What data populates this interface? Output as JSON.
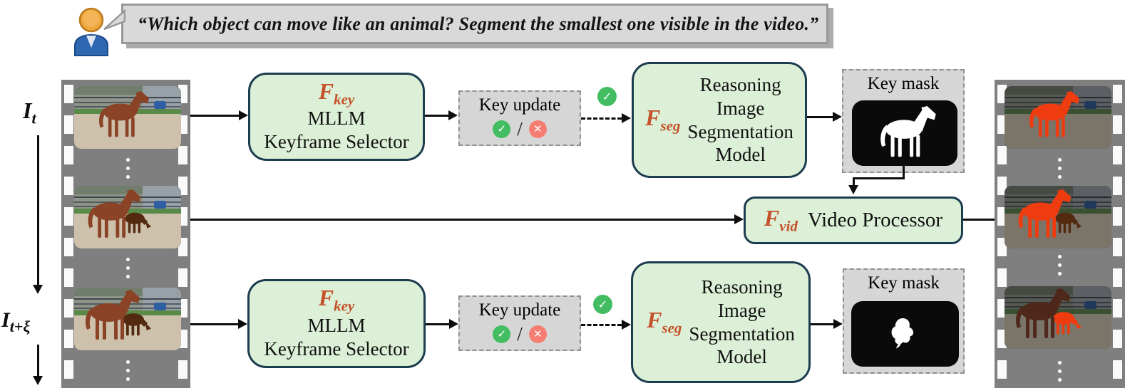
{
  "user_query": "“Which object can move like an animal? Segment the smallest one visible in the video.”",
  "frame_labels": {
    "current": {
      "base": "I",
      "sub": "t"
    },
    "next": {
      "base": "I",
      "sub": "t+ξ"
    }
  },
  "blocks": {
    "keyframe_selector": {
      "symbol": "F",
      "symbol_sub": "key",
      "line1": "MLLM",
      "line2": "Keyframe Selector"
    },
    "key_update": {
      "title": "Key update",
      "separator": "/"
    },
    "segmentation_model": {
      "symbol": "F",
      "symbol_sub": "seg",
      "line1": "Reasoning",
      "line2": "Image",
      "line3": "Segmentation",
      "line4": "Model"
    },
    "key_mask": {
      "title": "Key mask"
    },
    "video_processor": {
      "symbol": "F",
      "symbol_sub": "vid",
      "label": "Video Processor"
    }
  },
  "icons": {
    "check": "✓",
    "cross": "✕"
  },
  "colors": {
    "module_fill": "#dbf0d6",
    "module_border": "#1c3c50",
    "math_symbol": "#c4512a",
    "gray_box": "#d6d6d6",
    "film_strip": "#7f7f7f",
    "success_green": "#43bd61",
    "error_red": "#f57d72",
    "mask_overlay_red": "#ee3b10"
  }
}
